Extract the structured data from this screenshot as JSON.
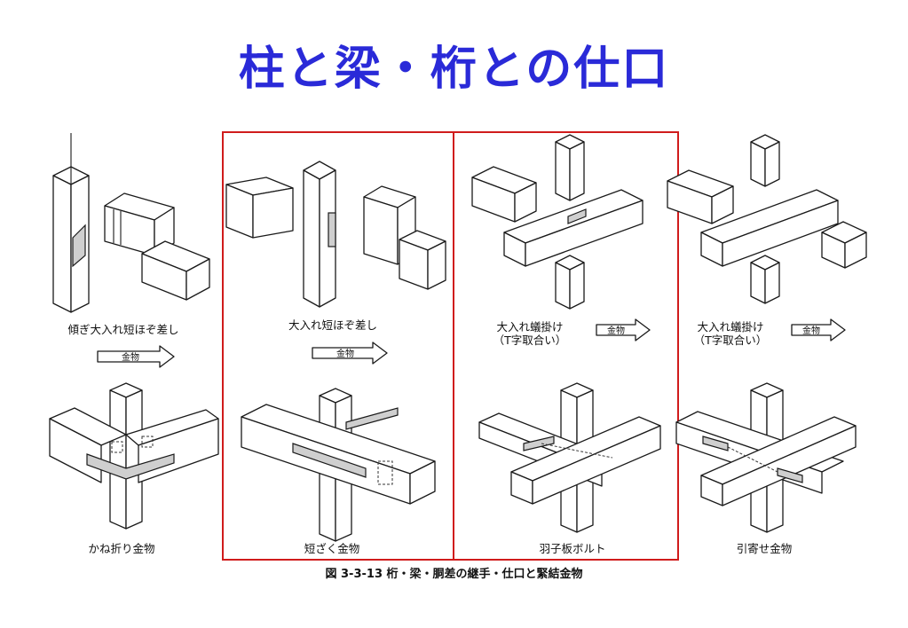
{
  "title": "柱と梁・桁との仕口",
  "labels": {
    "col1_top": "傾ぎ大入れ短ほぞ差し",
    "col2_top": "大入れ短ほぞ差し",
    "col3_top_line1": "大入れ蟻掛け",
    "col3_top_line2": "（T字取合い）",
    "col4_top_line1": "大入れ蟻掛け",
    "col4_top_line2": "（T字取合い）",
    "arrow_label": "金物",
    "col1_bottom": "かね折り金物",
    "col2_bottom": "短ざく金物",
    "col3_bottom": "羽子板ボルト",
    "col4_bottom": "引寄せ金物"
  },
  "caption": "図 3-3-13 桁・梁・胴差の継手・仕口と緊結金物",
  "colors": {
    "title": "#2a2ad8",
    "frame": "#d01c1c"
  }
}
